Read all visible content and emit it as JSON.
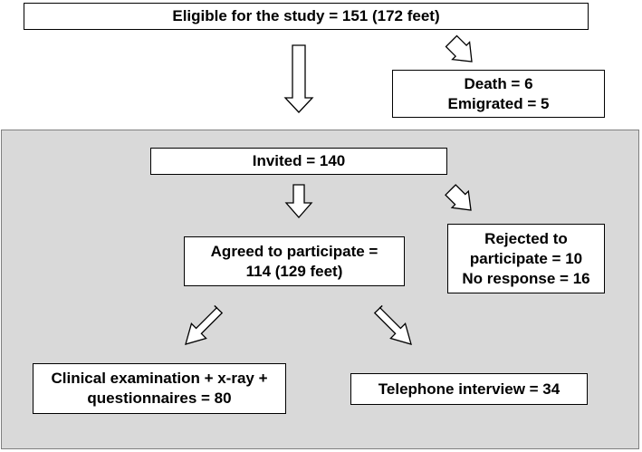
{
  "flowchart": {
    "eligible": {
      "line1": "Eligible for the study = 151 (172 feet)"
    },
    "excluded": {
      "line1": "Death = 6",
      "line2": "Emigrated = 5"
    },
    "invited": {
      "line1": "Invited = 140"
    },
    "agreed": {
      "line1": "Agreed to participate =",
      "line2": "114 (129 feet)"
    },
    "rejected": {
      "line1": "Rejected to",
      "line2": "participate = 10",
      "line3": "No response = 16"
    },
    "clinical": {
      "line1": "Clinical examination + x-ray +",
      "line2": "questionnaires = 80"
    },
    "telephone": {
      "line1": "Telephone interview = 34"
    }
  },
  "colors": {
    "panel_background": "#d9d9d9",
    "box_background": "#ffffff",
    "border": "#000000"
  }
}
